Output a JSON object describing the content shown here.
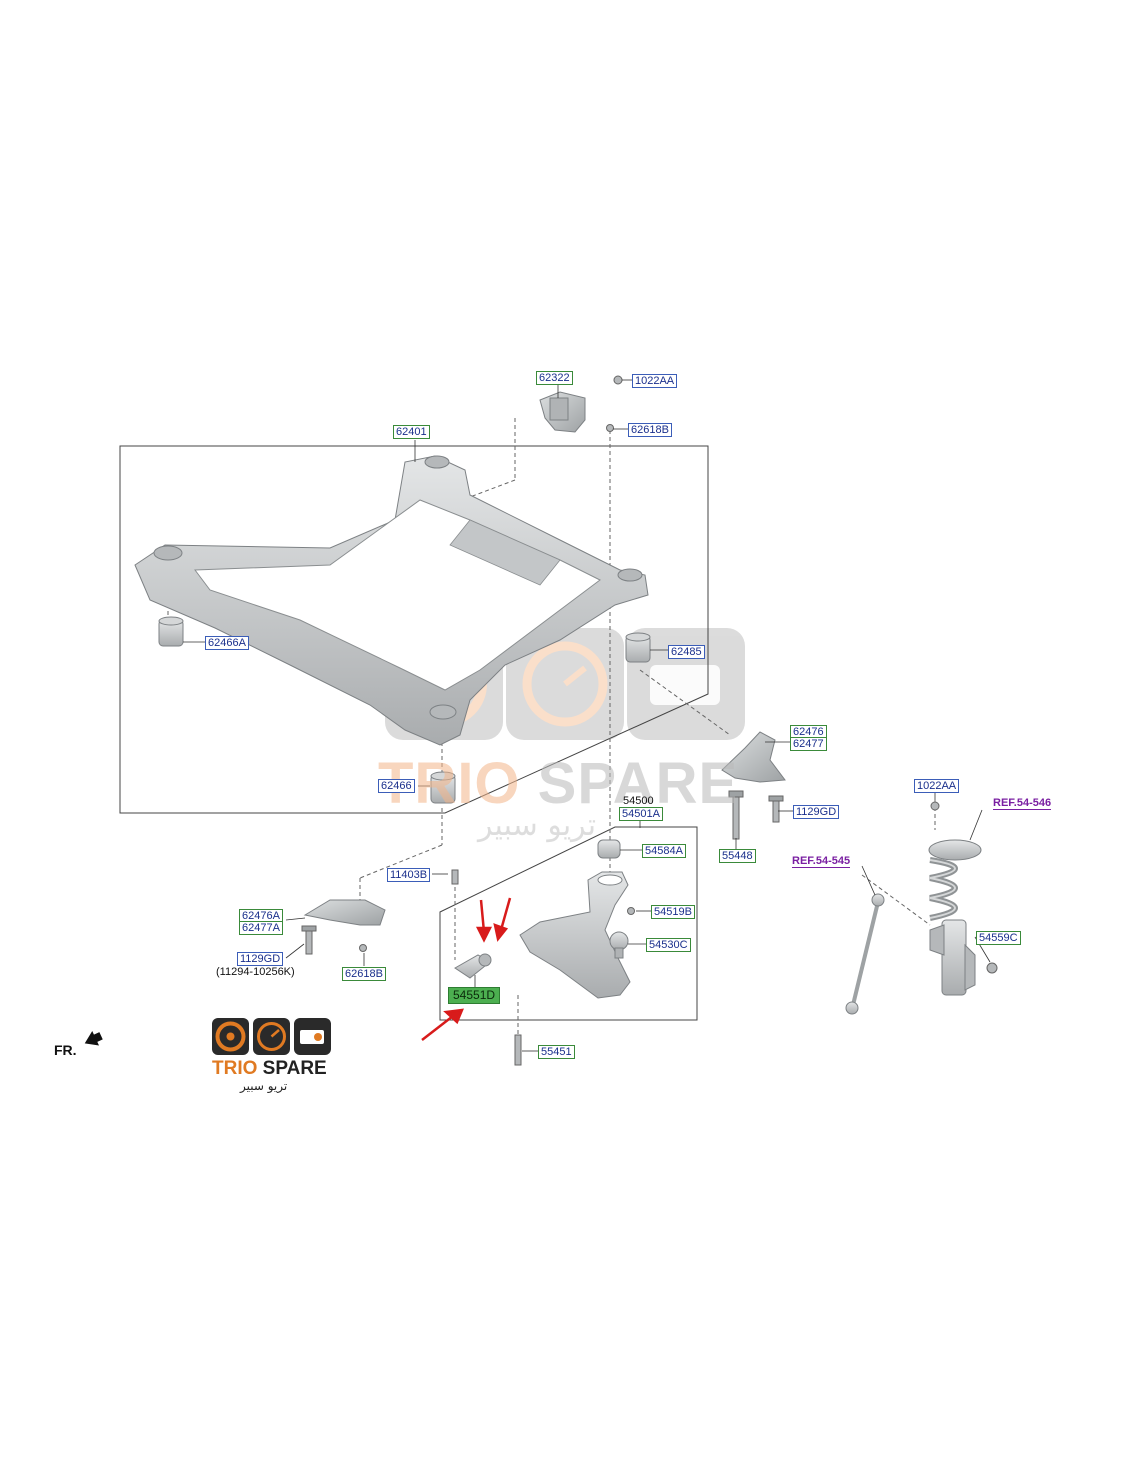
{
  "diagram": {
    "part_labels": [
      {
        "id": "p62322",
        "text": "62322"
      },
      {
        "id": "p1022AA_a",
        "text": "1022AA"
      },
      {
        "id": "p62618B_a",
        "text": "62618B"
      },
      {
        "id": "p62401",
        "text": "62401"
      },
      {
        "id": "p62466A",
        "text": "62466A"
      },
      {
        "id": "p62485",
        "text": "62485"
      },
      {
        "id": "p62476",
        "text": "62476"
      },
      {
        "id": "p62477",
        "text": "62477"
      },
      {
        "id": "p62466",
        "text": "62466"
      },
      {
        "id": "p54500",
        "text": "54500"
      },
      {
        "id": "p54501A",
        "text": "54501A"
      },
      {
        "id": "p54584A",
        "text": "54584A"
      },
      {
        "id": "p1129GD_a",
        "text": "1129GD"
      },
      {
        "id": "p55448",
        "text": "55448"
      },
      {
        "id": "p1022AA_b",
        "text": "1022AA"
      },
      {
        "id": "p11403B",
        "text": "11403B"
      },
      {
        "id": "p62476A",
        "text": "62476A"
      },
      {
        "id": "p62477A",
        "text": "62477A"
      },
      {
        "id": "p54519B",
        "text": "54519B"
      },
      {
        "id": "p54530C",
        "text": "54530C"
      },
      {
        "id": "p1129GD_b",
        "text": "1129GD"
      },
      {
        "id": "p62618B_b",
        "text": "62618B"
      },
      {
        "id": "p54551D",
        "text": "54551D"
      },
      {
        "id": "p55451",
        "text": "55451"
      },
      {
        "id": "p54559C",
        "text": "54559C"
      }
    ],
    "references": [
      {
        "id": "r54546",
        "text": "REF.54-546"
      },
      {
        "id": "r54545",
        "text": "REF.54-545"
      }
    ],
    "note": "(11294-10256K)",
    "direction_label": "FR.",
    "highlighted_part": "54551D"
  },
  "branding": {
    "name_part1": "TRIO",
    "name_part2": " SPARE",
    "arabic_name": "تريو سبير",
    "accent_color": "#e07a22",
    "dark_color": "#222222",
    "logo_icons": [
      "brake-disc-icon",
      "speedometer-icon",
      "engine-icon"
    ]
  },
  "colors": {
    "label_text": "#1a2f8c",
    "label_border": "#3a8a3a",
    "reference_text": "#7a1fa2",
    "highlight_fill": "#4caf50",
    "arrow_color": "#d81b1b",
    "part_gray": "#c9cbcc"
  }
}
